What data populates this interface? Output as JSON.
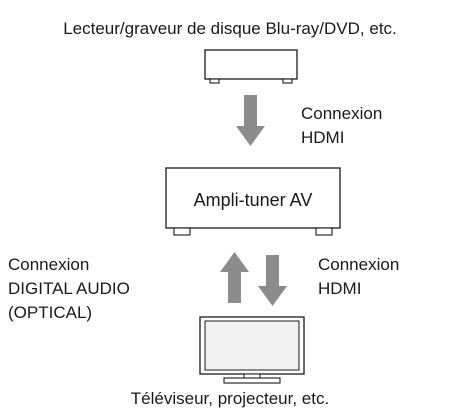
{
  "source_device": {
    "label": "Lecteur/graveur de disque Blu-ray/DVD, etc.",
    "icon": "disc-player-icon"
  },
  "connection_top": {
    "line1": "Connexion",
    "line2": "HDMI",
    "direction": "down"
  },
  "amplifier": {
    "label": "Ampli-tuner AV"
  },
  "connection_optical": {
    "line1": "Connexion",
    "line2": "DIGITAL AUDIO",
    "line3": "(OPTICAL)",
    "direction": "up"
  },
  "connection_bottom": {
    "line1": "Connexion",
    "line2": "HDMI",
    "direction": "down"
  },
  "display_device": {
    "label": "Téléviseur, projecteur, etc.",
    "icon": "tv-icon"
  },
  "colors": {
    "arrow": "#8c8c8c",
    "stroke": "#1a1a1a",
    "screen_fill": "#f2f2f2"
  }
}
